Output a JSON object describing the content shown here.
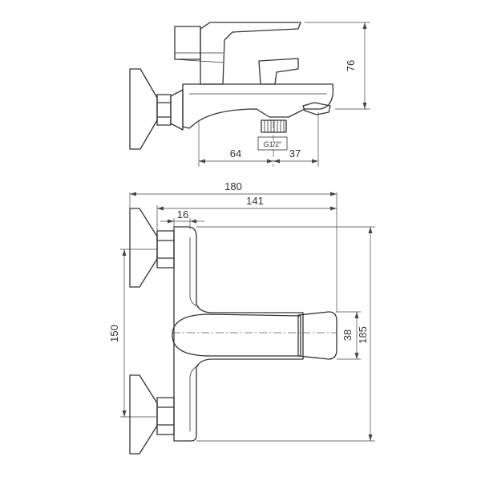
{
  "drawing": {
    "dimensions": {
      "side_height": "76",
      "side_left_projection": "64",
      "side_outlet_offset": "37",
      "thread_label": "G1/2\"",
      "overall_width": "180",
      "body_width": "141",
      "wall_offset": "16",
      "inlet_spacing": "150",
      "handle_height": "38",
      "body_height": "185"
    }
  }
}
